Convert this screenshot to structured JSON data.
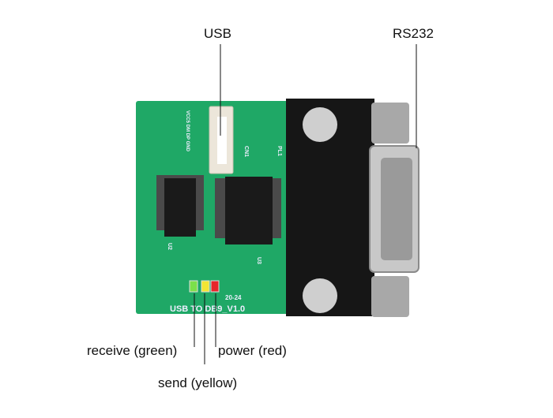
{
  "labels": {
    "usb": "USB",
    "rs232": "RS232",
    "receive": "receive (green)",
    "send": "send (yellow)",
    "power": "power (red)"
  },
  "silkscreen": {
    "board_name": "USB TO DB9_V1.0",
    "date_code": "20-24",
    "cn1": "CN1",
    "pl1": "PL1",
    "u2": "U2",
    "u3": "U3",
    "pins": "VCC5 DM DP GND"
  },
  "colors": {
    "pcb": "#1fa866",
    "led_green": "#7be04a",
    "led_yellow": "#f2e634",
    "led_red": "#e8262a"
  }
}
